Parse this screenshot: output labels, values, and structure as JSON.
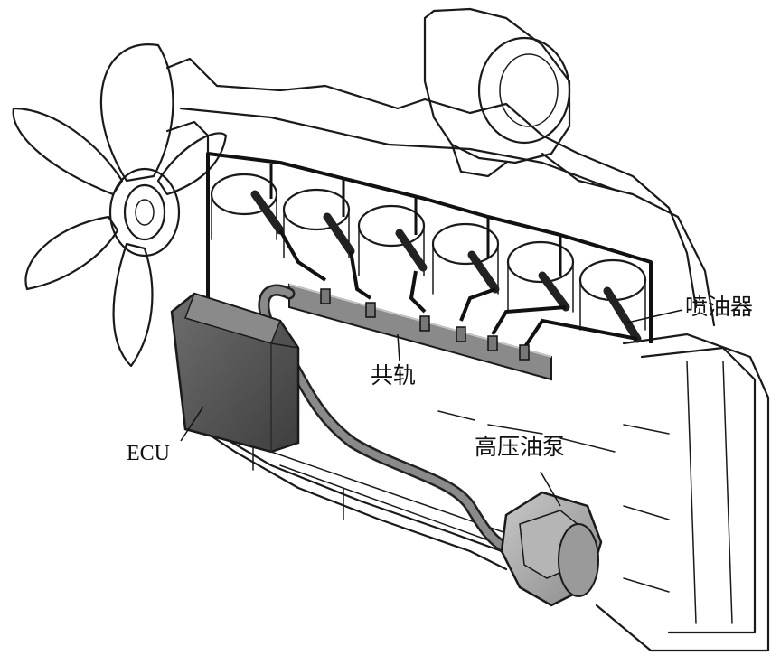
{
  "labels": {
    "injector": "喷油器",
    "common_rail": "共轨",
    "ecu": "ECU",
    "high_pressure_pump": "高压油泵"
  },
  "colors": {
    "line": "#1a1a1a",
    "ecu_fill": "#5a5a5a",
    "rail_fill": "#7d7d7d",
    "pump_fill": "#a8a8a8",
    "background": "#ffffff"
  }
}
